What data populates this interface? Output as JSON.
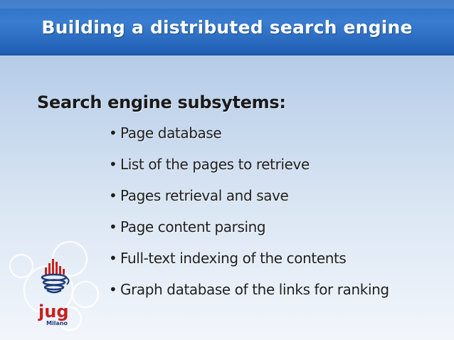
{
  "slide": {
    "title": "Building a distributed search engine",
    "heading": "Search engine subsytems:",
    "bullet_glyph": "•",
    "bullets": [
      "Page database",
      "List of the pages to retrieve",
      "Pages retrieval and save",
      "Page content parsing",
      "Full-text indexing of the contents",
      "Graph database of the links for ranking"
    ]
  },
  "logo": {
    "brand": "jug",
    "city": "Milano",
    "icon": "java-cup-icon"
  },
  "colors": {
    "title_bar": "#2e70c4",
    "title_text": "#ffffff",
    "body_text": "#1a1a1a",
    "logo_red": "#c8201e",
    "logo_blue": "#1e3a78"
  }
}
